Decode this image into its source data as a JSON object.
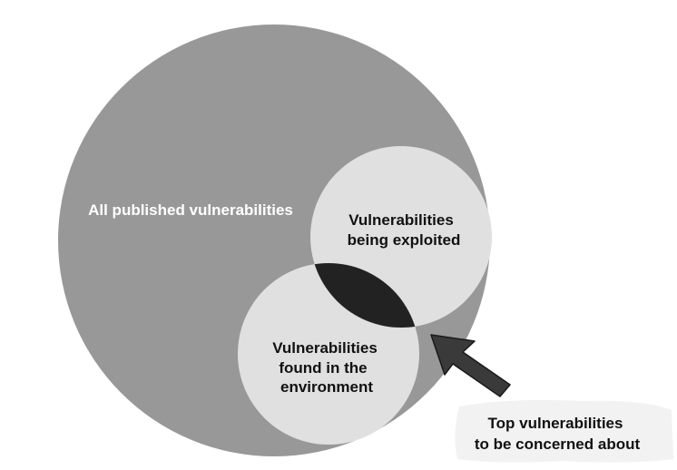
{
  "diagram": {
    "outer_label": "All published vulnerabilities",
    "exploited_label": [
      "Vulnerabilities",
      "being exploited"
    ],
    "environment_label": [
      "Vulnerabilities",
      "found in the",
      "environment"
    ],
    "callout_label": [
      "Top vulnerabilities",
      "to be concerned about"
    ]
  },
  "colors": {
    "background": "#ffffff",
    "outer_circle": "#989898",
    "inner_circles": "#e0e0e0",
    "intersection": "#222222",
    "arrow": "#3a3a3a",
    "callout_bg": "#f2f2f2"
  },
  "icons": {
    "pointer": "arrow-icon"
  }
}
